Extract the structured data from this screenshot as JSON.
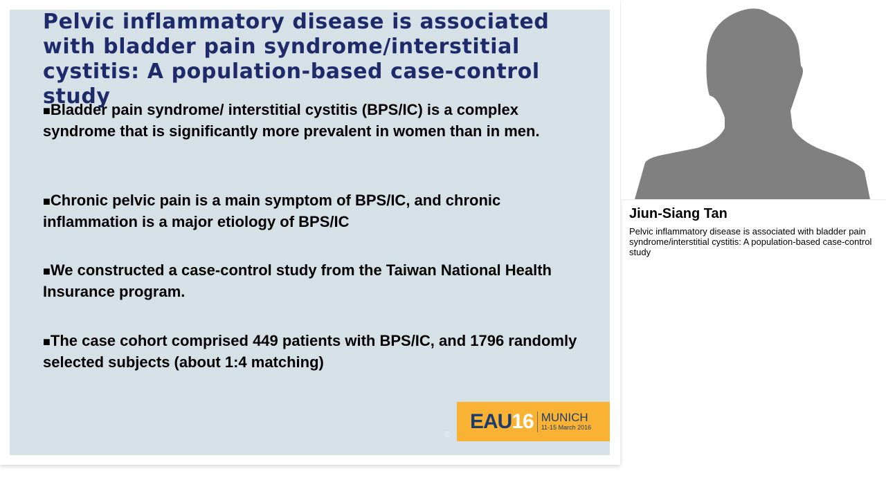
{
  "slide": {
    "title": "Pelvic inflammatory disease is associated with bladder pain syndrome/interstitial cystitis: A population-based case-control study",
    "bullet_marker": "■",
    "bullets": [
      "Bladder pain syndrome/ interstitial cystitis (BPS/IC) is a complex syndrome that is significantly more prevalent in women than in men.",
      "Chronic pelvic pain is a main symptom of BPS/IC, and chronic inflammation is a major etiology of BPS/IC",
      "We constructed a case-control study from the Taiwan National Health Insurance program.",
      "The case cohort comprised 449 patients with BPS/IC, and 1796 randomly selected subjects (about 1:4 matching)"
    ],
    "logo": {
      "brand": "EAU",
      "year": "16",
      "city": "MUNICH",
      "dates": "11-15 March 2016",
      "colors": {
        "background": "#f9b233",
        "text": "#1d3c6e"
      }
    },
    "copyright": "©"
  },
  "speaker": {
    "photo_icon": "person-silhouette-icon",
    "name": "Jiun-Siang Tan",
    "talk_title": "Pelvic inflammatory disease is associated with bladder pain syndrome/interstitial cystitis: A population-based case-control study"
  },
  "colors": {
    "slide_background": "#d6e0e7",
    "title": "#1f2a6b",
    "silhouette": "#808080"
  }
}
